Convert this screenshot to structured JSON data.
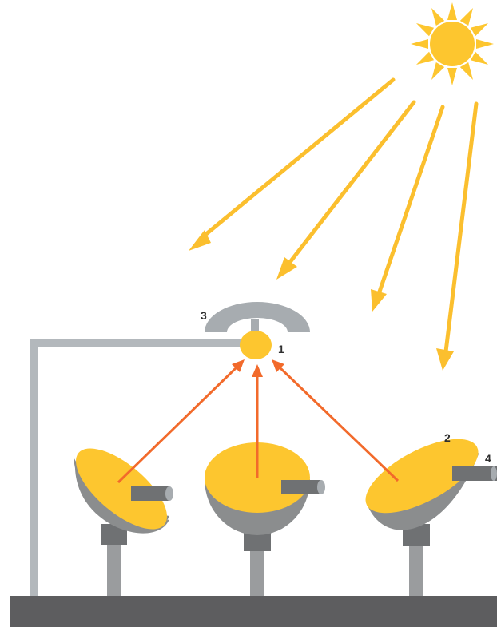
{
  "colors": {
    "sun": "#FDC62F",
    "sun_ray": "#FBBF2E",
    "reflected_ray": "#F26A2B",
    "receiver": "#FDC62F",
    "dish_surface": "#FDC62F",
    "dish_shell": "#8B8D8E",
    "dish_shell_dark": "#6E7071",
    "mount": "#6F7173",
    "pole": "#9A9C9E",
    "rail": "#B3B8BC",
    "shield": "#A7ACB0",
    "ground": "#5D5D5F"
  },
  "icons": {
    "sun": "sun-icon"
  },
  "labels": {
    "receiver": "1",
    "dish": "2",
    "shield": "3",
    "mount": "4"
  }
}
